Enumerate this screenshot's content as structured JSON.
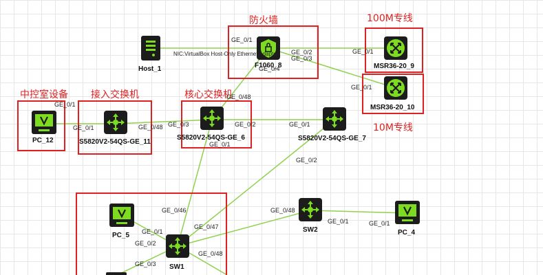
{
  "colors": {
    "link": "#8fd14f",
    "group_border": "#e02020",
    "device_bg": "#1c1c1c",
    "device_fg": "#7ddc1f"
  },
  "groups": {
    "firewall": "防火墙",
    "line_100m": "100M专线",
    "middle_control": "中控室设备",
    "access_switch": "接入交换机",
    "core_switch": "核心交换机",
    "line_10m": "10M专线"
  },
  "devices": {
    "host1": {
      "name": "Host_1",
      "icon": "server-icon"
    },
    "fw": {
      "name": "F1060_8",
      "icon": "firewall-shield-icon"
    },
    "msr9": {
      "name": "MSR36-20_9",
      "icon": "router-icon"
    },
    "msr10": {
      "name": "MSR36-20_10",
      "icon": "router-icon"
    },
    "pc12": {
      "name": "PC_12",
      "icon": "pc-monitor-icon"
    },
    "sw11": {
      "name": "S5820V2-54QS-GE_11",
      "icon": "switch-icon"
    },
    "sw6": {
      "name": "S5820V2-54QS-GE_6",
      "icon": "switch-icon"
    },
    "sw7": {
      "name": "S5820V2-54QS-GE_7",
      "icon": "switch-icon"
    },
    "pc5": {
      "name": "PC_5",
      "icon": "pc-monitor-icon"
    },
    "sw1": {
      "name": "SW1",
      "icon": "switch-icon"
    },
    "sw2": {
      "name": "SW2",
      "icon": "switch-icon"
    },
    "pc4": {
      "name": "PC_4",
      "icon": "pc-monitor-icon"
    }
  },
  "nic_label": "NIC:VirtualBox Host-Only Ethernet Adapter",
  "ports": {
    "fw_ge01": "GE_0/1",
    "fw_ge02": "GE_0/2",
    "fw_ge03": "GE_0/3",
    "fw_ge04": "GE_0/4",
    "msr9_ge01": "GE_0/1",
    "msr10_ge01": "GE_0/1",
    "pc12_ge01": "GE_0/1",
    "sw11_ge01": "GE_0/1",
    "sw11_ge048": "GE_0/48",
    "sw6_ge048": "GE_0/48",
    "sw6_ge03": "GE_0/3",
    "sw6_ge02": "GE_0/2",
    "sw6_ge01": "GE_0/1",
    "sw7_ge01": "GE_0/1",
    "sw7_ge02": "GE_0/2",
    "sw1_ge046": "GE_0/46",
    "sw1_ge047": "GE_0/47",
    "sw1_ge01": "GE_0/1",
    "sw1_ge02": "GE_0/2",
    "sw1_ge03": "GE_0/3",
    "sw1_ge048": "GE_0/48",
    "sw2_ge048": "GE_0/48",
    "sw2_ge01": "GE_0/1",
    "pc4_ge01": "GE_0/1"
  }
}
